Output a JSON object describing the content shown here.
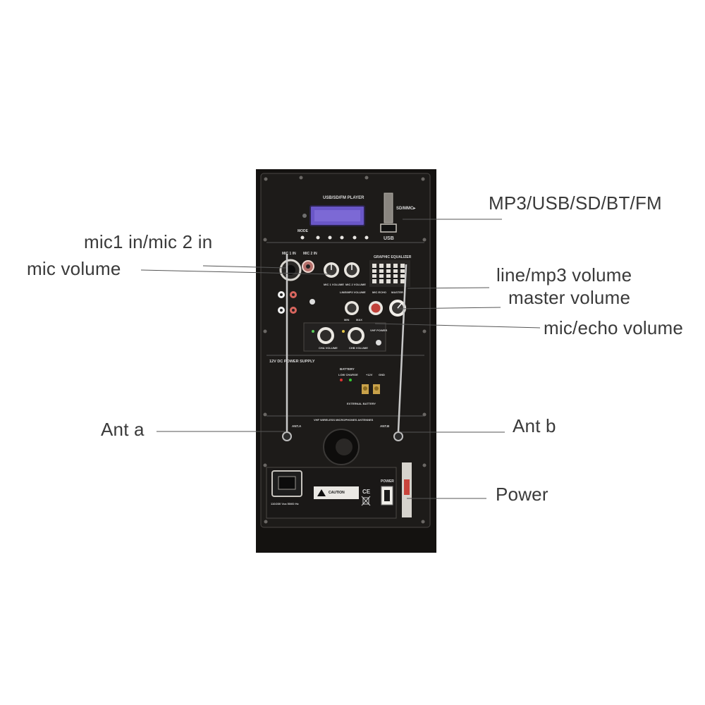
{
  "callouts": {
    "mp3": "MP3/USB/SD/BT/FM",
    "mic_in": "mic1 in/mic 2 in",
    "mic_volume": "mic volume",
    "line_volume": "line/mp3 volume",
    "master_volume": "master volume",
    "echo_volume": "mic/echo volume",
    "ant_a": "Ant a",
    "ant_b": "Ant b",
    "power": "Power"
  },
  "panel": {
    "player_title": "USB/SD/FM PLAYER",
    "sd_label": "SD/MMC▸",
    "usb_label": "USB",
    "mode_label": "MODE",
    "graphic_eq": "GRAPHIC EQUALIZER",
    "mic1_in": "MIC 1 IN",
    "mic2_in": "MIC 2 IN",
    "mic1_volume": "MIC 1 VOLUME",
    "mic2_volume": "MIC 2 VOLUME",
    "line_mp3_volume": "LINE/MP3 VOLUME",
    "mic_echo": "MIC ECHO",
    "master": "MASTER",
    "min": "MIN",
    "max": "MAX",
    "cha_volume": "CHA VOLUME",
    "chb_volume": "CHB VOLUME",
    "vhf_power": "VHF POWER",
    "power_supply": "12V DC POWER SUPPLY",
    "battery": "BATTERY",
    "low_charge": "LOW CHARGE",
    "plus12v": "+12V",
    "gnd": "GND",
    "external_battery": "EXTERNAL BATTERY",
    "vhf_antennes": "VHF WIRELESS MICROPHONES ANTENNES",
    "ant_a_label": "ANT.A",
    "ant_b_label": "ANT.B",
    "caution": "CAUTION",
    "power_label": "POWER",
    "voltage": "110/230 Vca 50/60 Hz",
    "ce": "CE"
  }
}
